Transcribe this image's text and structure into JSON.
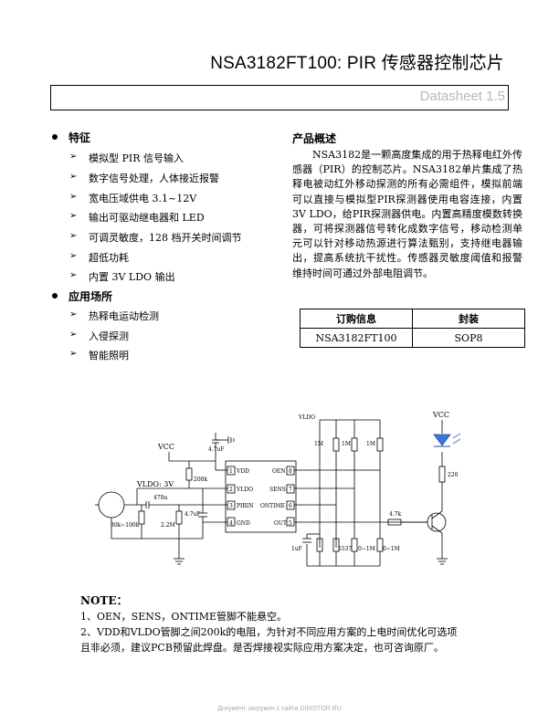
{
  "header": {
    "title": "NSA3182FT100: PIR 传感器控制芯片",
    "datasheet_version": "Datasheet 1.5"
  },
  "features": {
    "heading": "特征",
    "items": [
      "模拟型 PIR 信号输入",
      "数字信号处理，人体接近报警",
      "宽电压域供电 3.1~12V",
      "输出可驱动继电器和 LED",
      "可调灵敏度，128 档开关时间调节",
      "超低功耗",
      "内置 3V LDO 输出"
    ]
  },
  "applications": {
    "heading": "应用场所",
    "items": [
      "热释电运动检测",
      "入侵探测",
      "智能照明"
    ]
  },
  "overview": {
    "heading": "产品概述",
    "text": "NSA3182是一颗高度集成的用于热释电红外传感器（PIR）的控制芯片。NSA3182单片集成了热释电被动红外移动探测的所有必需组件，模拟前端可以直接与模拟型PIR探测器使用电容连接，内置3V LDO，给PIR探测器供电。内置高精度模数转换器，可将探测器信号转化成数字信号，移动检测单元可以针对移动热源进行算法甄别，支持继电器输出，提高系统抗干扰性。传感器灵敏度阈值和报警维持时间可通过外部电阻调节。"
  },
  "order_table": {
    "headers": [
      "订购信息",
      "封装"
    ],
    "rows": [
      [
        "NSA3182FT100",
        "SOP8"
      ]
    ]
  },
  "schematic": {
    "vcc_left": "VCC",
    "vcc_right": "VCC",
    "vldo_top": "VLDO",
    "vldo_label": "VLDO: 3V",
    "cap_top": "4.7uF",
    "r_200k": "200k",
    "r_470n": "470n",
    "cap_47": "4.7uF",
    "r_30k": "30k~100k",
    "r_22m": "2.2M",
    "r_1m_a": "1M",
    "r_1m_b": "1M",
    "r_1m_c": "1M",
    "r_47k": "4.7k",
    "r_220": "220",
    "cap_1u": "1uF",
    "r_5537": "5537",
    "r_0_1m_a": "0~1M",
    "r_0_1m_b": "0~1M",
    "pins": [
      {
        "num": "1",
        "name": "VDD"
      },
      {
        "num": "2",
        "name": "VLDO"
      },
      {
        "num": "3",
        "name": "PIRIN"
      },
      {
        "num": "4",
        "name": "GND"
      },
      {
        "num": "8",
        "name": "OEN"
      },
      {
        "num": "7",
        "name": "SENS"
      },
      {
        "num": "6",
        "name": "ONTIME"
      },
      {
        "num": "5",
        "name": "OUT"
      }
    ]
  },
  "note": {
    "heading": "NOTE：",
    "line1": "1、OEN，SENS，ONTIME管脚不能悬空。",
    "line2": "2、VDD和VLDO管脚之间200k的电阻，为针对不同应用方案的上电时间优化可选项且非必须，建议PCB预留此焊盘。是否焊接视实际应用方案决定，也可咨询原厂。"
  },
  "footer": "Документ загружен с сайта DINISTOR.RU"
}
